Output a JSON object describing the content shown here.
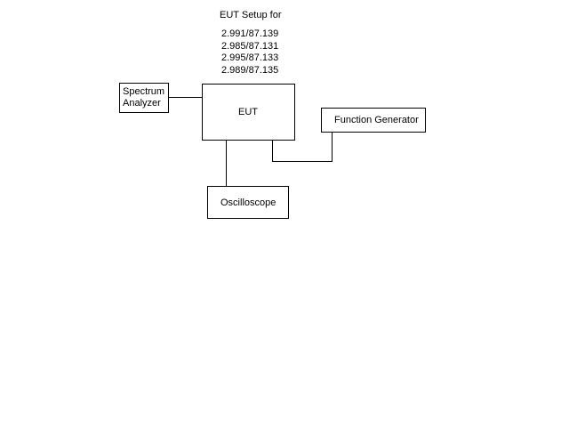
{
  "diagram": {
    "title": "EUT Setup for",
    "models": [
      "2.991/87.139",
      "2.985/87.131",
      "2.995/87.133",
      "2.989/87.135"
    ],
    "blocks": {
      "spectrum_analyzer": [
        "Spectrum",
        "Analyzer"
      ],
      "eut": "EUT",
      "function_generator": "Function Generator",
      "oscilloscope": "Oscilloscope"
    }
  }
}
